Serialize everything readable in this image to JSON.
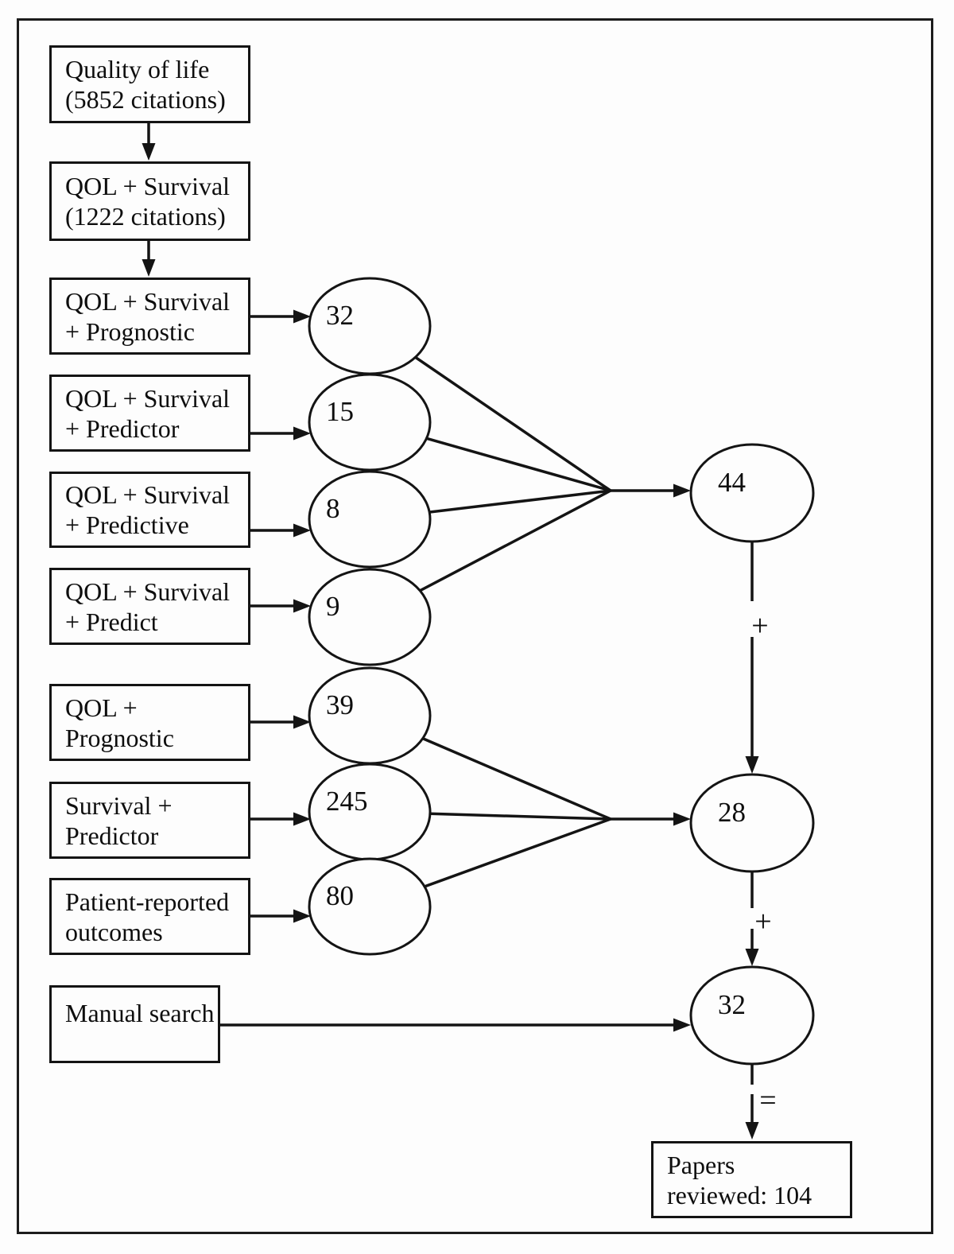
{
  "diagram": {
    "description": "Literature search flow diagram",
    "colors": {
      "stroke": "#141414",
      "background": "#fdfdfd"
    },
    "search_boxes": [
      {
        "line1": "Quality of life",
        "line2": "(5852 citations)"
      },
      {
        "line1": "QOL + Survival",
        "line2": "(1222 citations)"
      },
      {
        "line1": "QOL + Survival",
        "line2": "+ Prognostic"
      },
      {
        "line1": "QOL + Survival",
        "line2": "+ Predictor"
      },
      {
        "line1": "QOL + Survival",
        "line2": "+ Predictive"
      },
      {
        "line1": "QOL + Survival",
        "line2": "+ Predict"
      },
      {
        "line1": "QOL +",
        "line2": "Prognostic"
      },
      {
        "line1": "Survival +",
        "line2": "Predictor"
      },
      {
        "line1": "Patient-reported",
        "line2": "outcomes"
      },
      {
        "line1": "Manual search"
      }
    ],
    "search_counts": [
      "32",
      "15",
      "8",
      "9",
      "39",
      "245",
      "80"
    ],
    "merge_counts": [
      "44",
      "28",
      "32"
    ],
    "operators": {
      "plus_top": "+",
      "plus_bottom": "+",
      "equals": "="
    },
    "result_box": {
      "line1": "Papers",
      "line2": "reviewed: 104"
    }
  }
}
